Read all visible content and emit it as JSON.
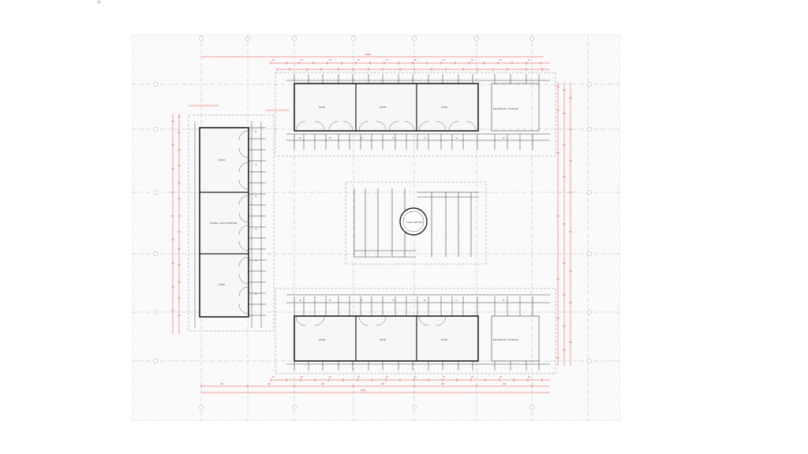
{
  "toolbar": {
    "menu_glyph": "≡"
  },
  "plan": {
    "colors": {
      "dimension": "#e0312b",
      "wall": "#222222",
      "grid_line": "#9aa0a6",
      "hatch": "#d9d9d9"
    },
    "rooms": {
      "top_1": "ROOM",
      "top_2": "ROOM",
      "top_3": "ROOM",
      "top_service": "MECHANICAL / STORAGE",
      "bottom_1": "ROOM",
      "bottom_2": "ROOM",
      "bottom_3": "ROOM",
      "bottom_service": "MECHANICAL / STORAGE",
      "left_1": "ROOM",
      "left_2": "SCHOOL / MULTI-PURPOSE",
      "left_3": "ROOM",
      "central": "PLAZA CENTRAL"
    }
  }
}
